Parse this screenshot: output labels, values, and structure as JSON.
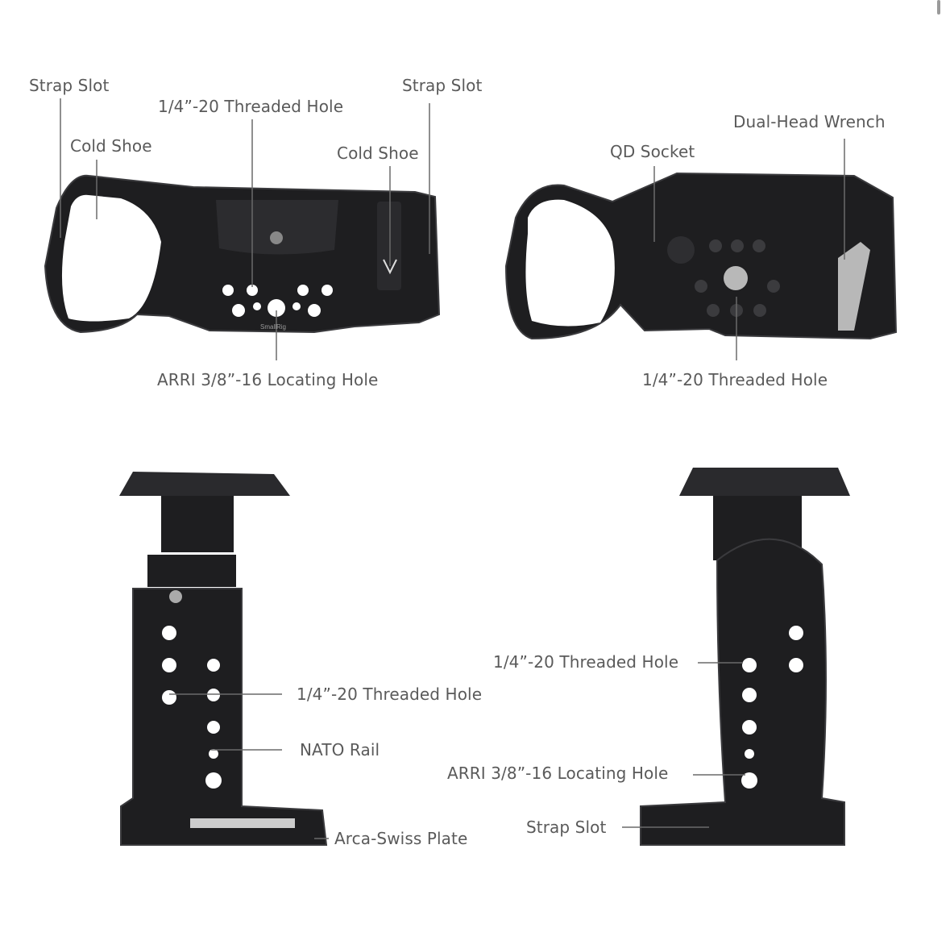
{
  "views": {
    "top_left": {
      "labels": {
        "strap_slot_left": "Strap Slot",
        "threaded_hole": "1/4”-20 Threaded Hole",
        "cold_shoe_left": "Cold Shoe",
        "strap_slot_right": "Strap Slot",
        "cold_shoe_right": "Cold Shoe",
        "arri_hole": "ARRI 3/8”-16 Locating Hole"
      },
      "engraving": "SmallRig"
    },
    "top_right": {
      "labels": {
        "qd_socket": "QD Socket",
        "wrench": "Dual-Head Wrench",
        "threaded_hole": "1/4”-20 Threaded Hole"
      }
    },
    "bottom_left": {
      "labels": {
        "threaded_hole": "1/4”-20 Threaded Hole",
        "nato_rail": "NATO Rail",
        "arca_plate": "Arca-Swiss Plate"
      }
    },
    "bottom_right": {
      "labels": {
        "threaded_hole": "1/4”-20 Threaded Hole",
        "arri_hole": "ARRI 3/8”-16 Locating Hole",
        "strap_slot": "Strap Slot"
      }
    }
  },
  "colors": {
    "metal": "#1e1e20",
    "metal_edge": "#3a3a3d",
    "label": "#5a5a5a",
    "leader": "#6a6a6a",
    "silver": "#b8b8b8"
  }
}
